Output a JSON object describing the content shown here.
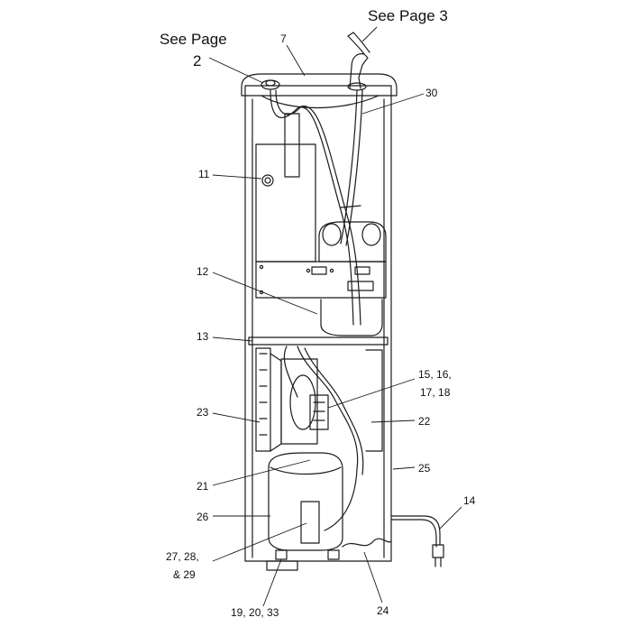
{
  "diagram": {
    "callouts": {
      "see_page_2_line1": "See Page",
      "see_page_2_line2": "2",
      "see_page_3": "See Page 3",
      "c7": "7",
      "c30": "30",
      "c11": "11",
      "c12": "12",
      "c13": "13",
      "c15_18_line1": "15, 16,",
      "c15_18_line2": "17, 18",
      "c23": "23",
      "c22": "22",
      "c25": "25",
      "c21": "21",
      "c14": "14",
      "c26": "26",
      "c27_29_line1": "27, 28,",
      "c27_29_line2": "& 29",
      "c19_33": "19, 20, 33",
      "c24": "24"
    },
    "colors": {
      "line": "#1a1a1a",
      "background": "#ffffff"
    }
  }
}
